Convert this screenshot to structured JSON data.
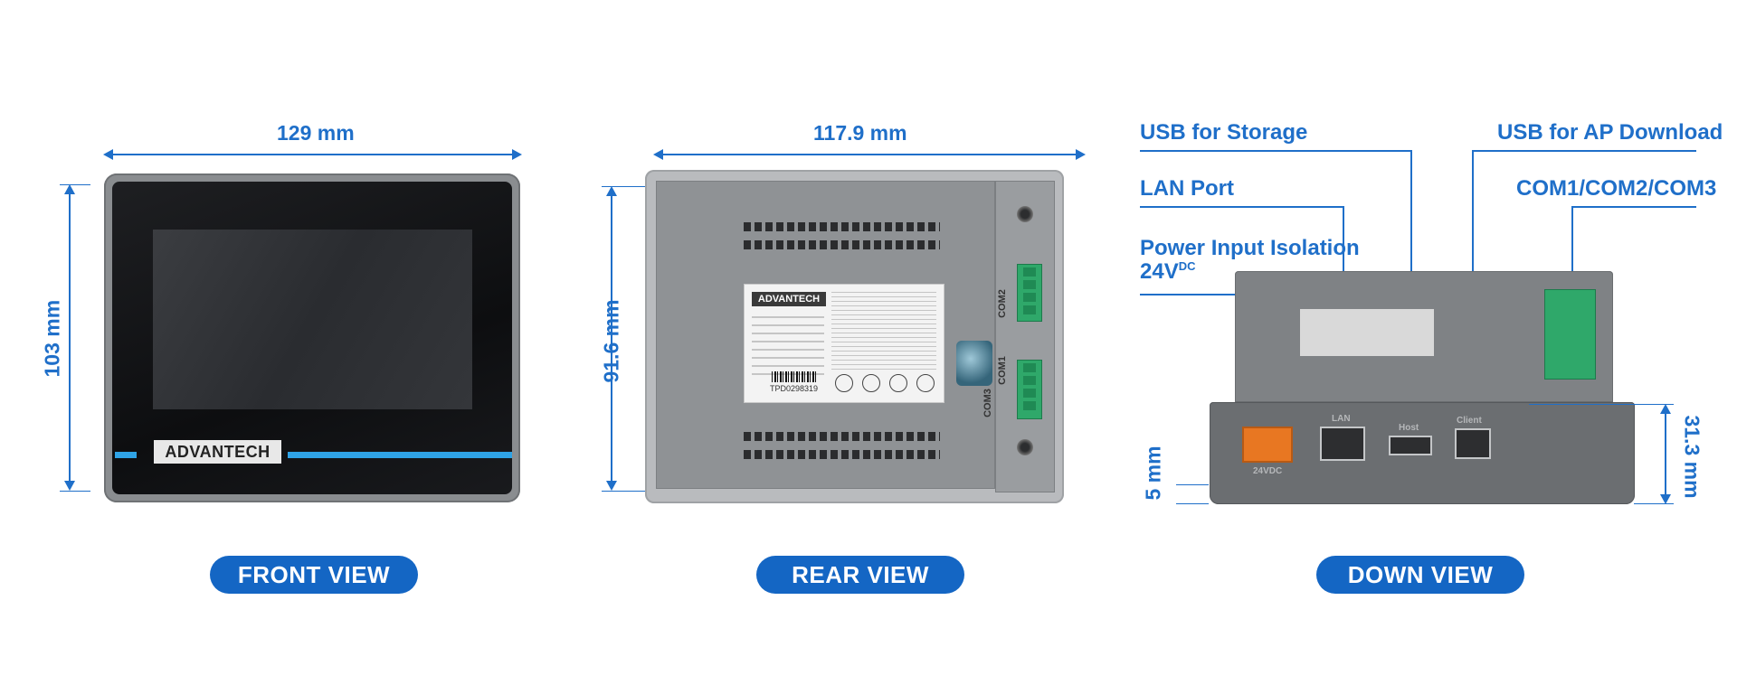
{
  "front_view": {
    "width_label": "129 mm",
    "height_label": "103 mm",
    "badge": "FRONT VIEW",
    "logo": "ADVANTECH"
  },
  "rear_view": {
    "width_label": "117.9 mm",
    "height_label": "91.6 mm",
    "badge": "REAR VIEW",
    "logo": "ADVANTECH",
    "serial": "TPD0298319",
    "terminal_labels": [
      "COM2",
      "COM1",
      "COM3"
    ]
  },
  "down_view": {
    "badge": "DOWN VIEW",
    "depth_label": "31.3 mm",
    "offset_label": "5 mm",
    "callouts": {
      "usb_storage": "USB for Storage",
      "lan_port": "LAN Port",
      "power_input_line1": "Power Input Isolation",
      "power_input_line2": "24V",
      "power_input_super": "DC",
      "usb_ap": "USB for AP Download",
      "com_ports": "COM1/COM2/COM3"
    },
    "port_tags": {
      "lan": "LAN",
      "host": "Host",
      "client": "Client",
      "power": "24VDC"
    }
  },
  "colors": {
    "accent_blue": "#1f6fc9",
    "badge_blue": "#1466c4",
    "strip_blue": "#2fa3e6",
    "terminal_green": "#2fa86a",
    "plug_orange": "#e87722"
  }
}
